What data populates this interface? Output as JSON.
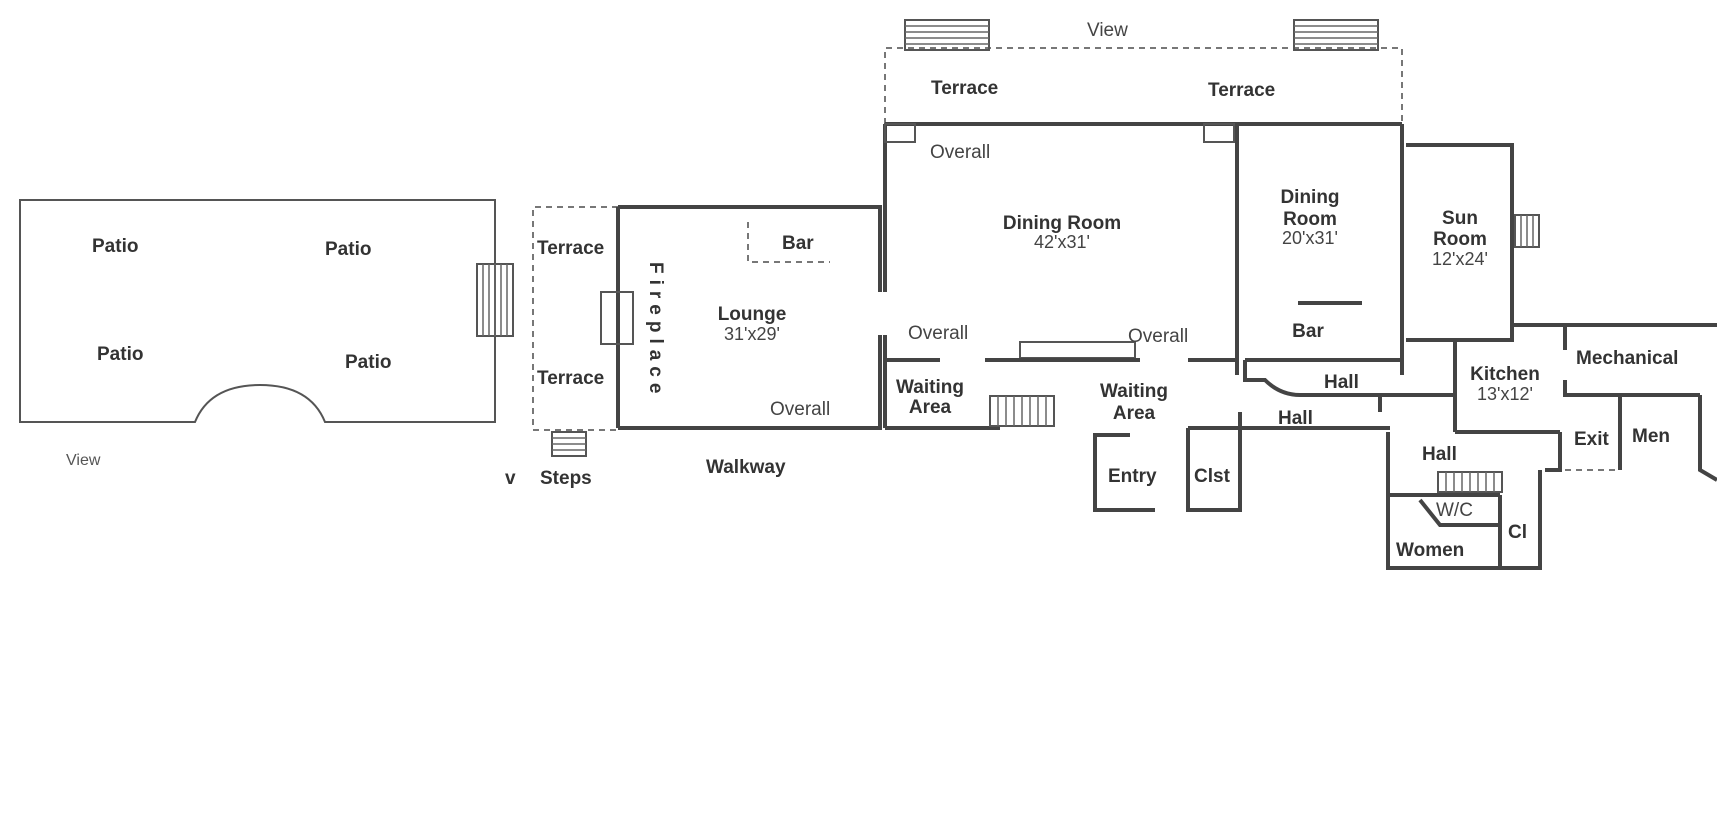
{
  "labels": {
    "view_top": "View",
    "view_left": "View",
    "patio_1": "Patio",
    "patio_2": "Patio",
    "patio_3": "Patio",
    "patio_4": "Patio",
    "terrace_upper_left": "Terrace",
    "terrace_lower_left": "Terrace",
    "terrace_top_1": "Terrace",
    "terrace_top_2": "Terrace",
    "fireplace": "Fireplace",
    "bar_lounge": "Bar",
    "lounge": "Lounge",
    "lounge_dim": "31'x29'",
    "overall_lounge": "Overall",
    "steps": "Steps",
    "steps_marker": "v",
    "walkway": "Walkway",
    "overall_top": "Overall",
    "dining_main": "Dining Room",
    "dining_main_dim": "42'x31'",
    "overall_mid_left": "Overall",
    "overall_mid_right": "Overall",
    "waiting_area_left_1": "Waiting",
    "waiting_area_left_2": "Area",
    "waiting_area_right_1": "Waiting",
    "waiting_area_right_2": "Area",
    "entry": "Entry",
    "closet": "Clst",
    "dining_side_1": "Dining",
    "dining_side_2": "Room",
    "dining_side_dim": "20'x31'",
    "bar_dining": "Bar",
    "sun_room_1": "Sun",
    "sun_room_2": "Room",
    "sun_room_dim": "12'x24'",
    "hall_1": "Hall",
    "hall_2": "Hall",
    "hall_3": "Hall",
    "kitchen": "Kitchen",
    "kitchen_dim": "13'x12'",
    "mechanical": "Mechanical",
    "exit": "Exit",
    "men": "Men",
    "wc": "W/C",
    "cl": "Cl",
    "women": "Women"
  },
  "colors": {
    "wall": "#444444",
    "text": "#333333",
    "background": "#ffffff"
  }
}
